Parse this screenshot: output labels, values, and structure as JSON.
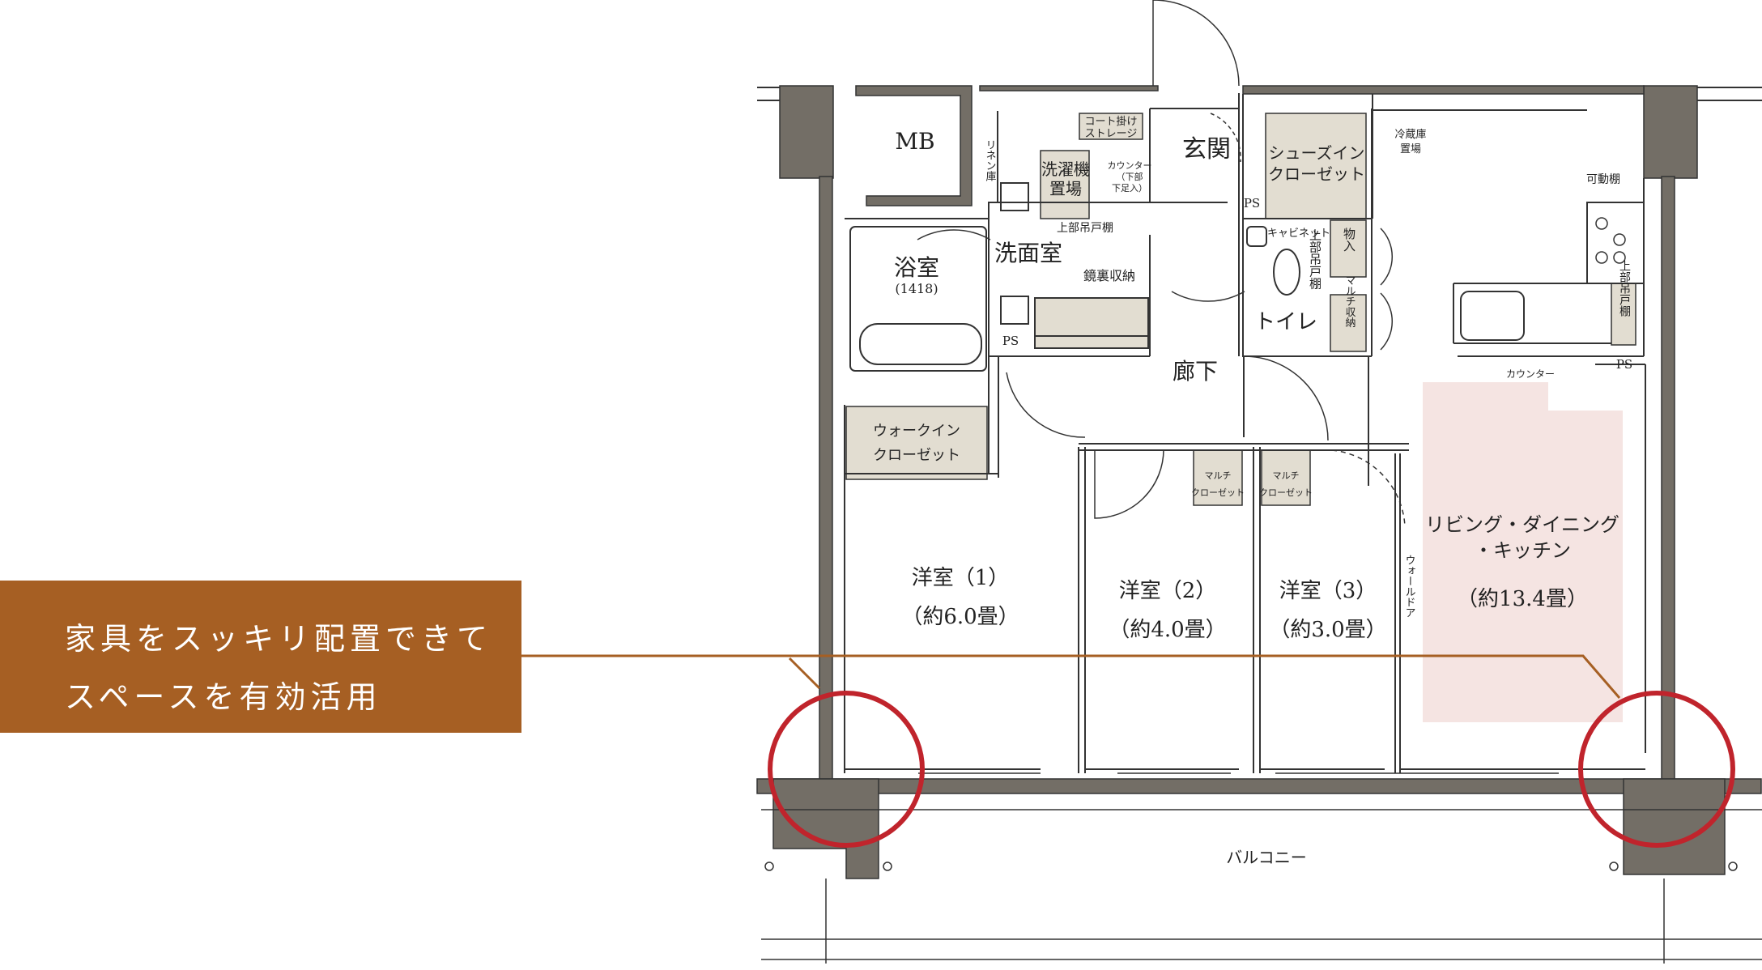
{
  "colors": {
    "accent": "#a65f23",
    "wall": "#736e66",
    "storage": "#e2ddd1",
    "ldk": "#f5e4e2",
    "highlight": "#c0242c",
    "line": "#333333"
  },
  "callout": {
    "line1": "家具をスッキリ配置できて",
    "line2": "スペースを有効活用"
  },
  "rooms": {
    "mb": "MB",
    "linen": "リネン庫",
    "coat_1": "コート掛け",
    "coat_2": "ストレージ",
    "entrance": "玄関",
    "shoes_1": "シューズイン",
    "shoes_2": "クローゼット",
    "fridge_1": "冷蔵庫",
    "fridge_2": "置場",
    "movable_shelf": "可動棚",
    "washer_1": "洗濯機",
    "washer_2": "置場",
    "counter_1": "カウンター",
    "counter_2": "（下部",
    "counter_3": "下足入）",
    "ps": "PS",
    "upper_shelf": "上部吊戸棚",
    "cabinet": "キャビネット",
    "storage_1": "物入",
    "washroom": "洗面室",
    "bath": "浴室",
    "bath_size": "(1418)",
    "mirror": "鏡裏収納",
    "upper_v": "上部吊戸棚",
    "toilet": "トイレ",
    "multi_storage": "マルチ収納",
    "upper_v2": "上部吊戸棚",
    "kitchen_counter": "カウンター",
    "hallway": "廊下",
    "wic_1": "ウォークイン",
    "wic_2": "クローゼット",
    "mc_1": "マルチ",
    "mc_2": "クローゼット",
    "ldk_1": "リビング・ダイニング",
    "ldk_2": "・キッチン",
    "ldk_3": "（約13.4畳）",
    "room1_1": "洋室（1）",
    "room1_2": "（約6.0畳）",
    "room2_1": "洋室（2）",
    "room2_2": "（約4.0畳）",
    "room3_1": "洋室（3）",
    "room3_2": "（約3.0畳）",
    "wall_door": "ウォールドア",
    "balcony": "バルコニー"
  }
}
